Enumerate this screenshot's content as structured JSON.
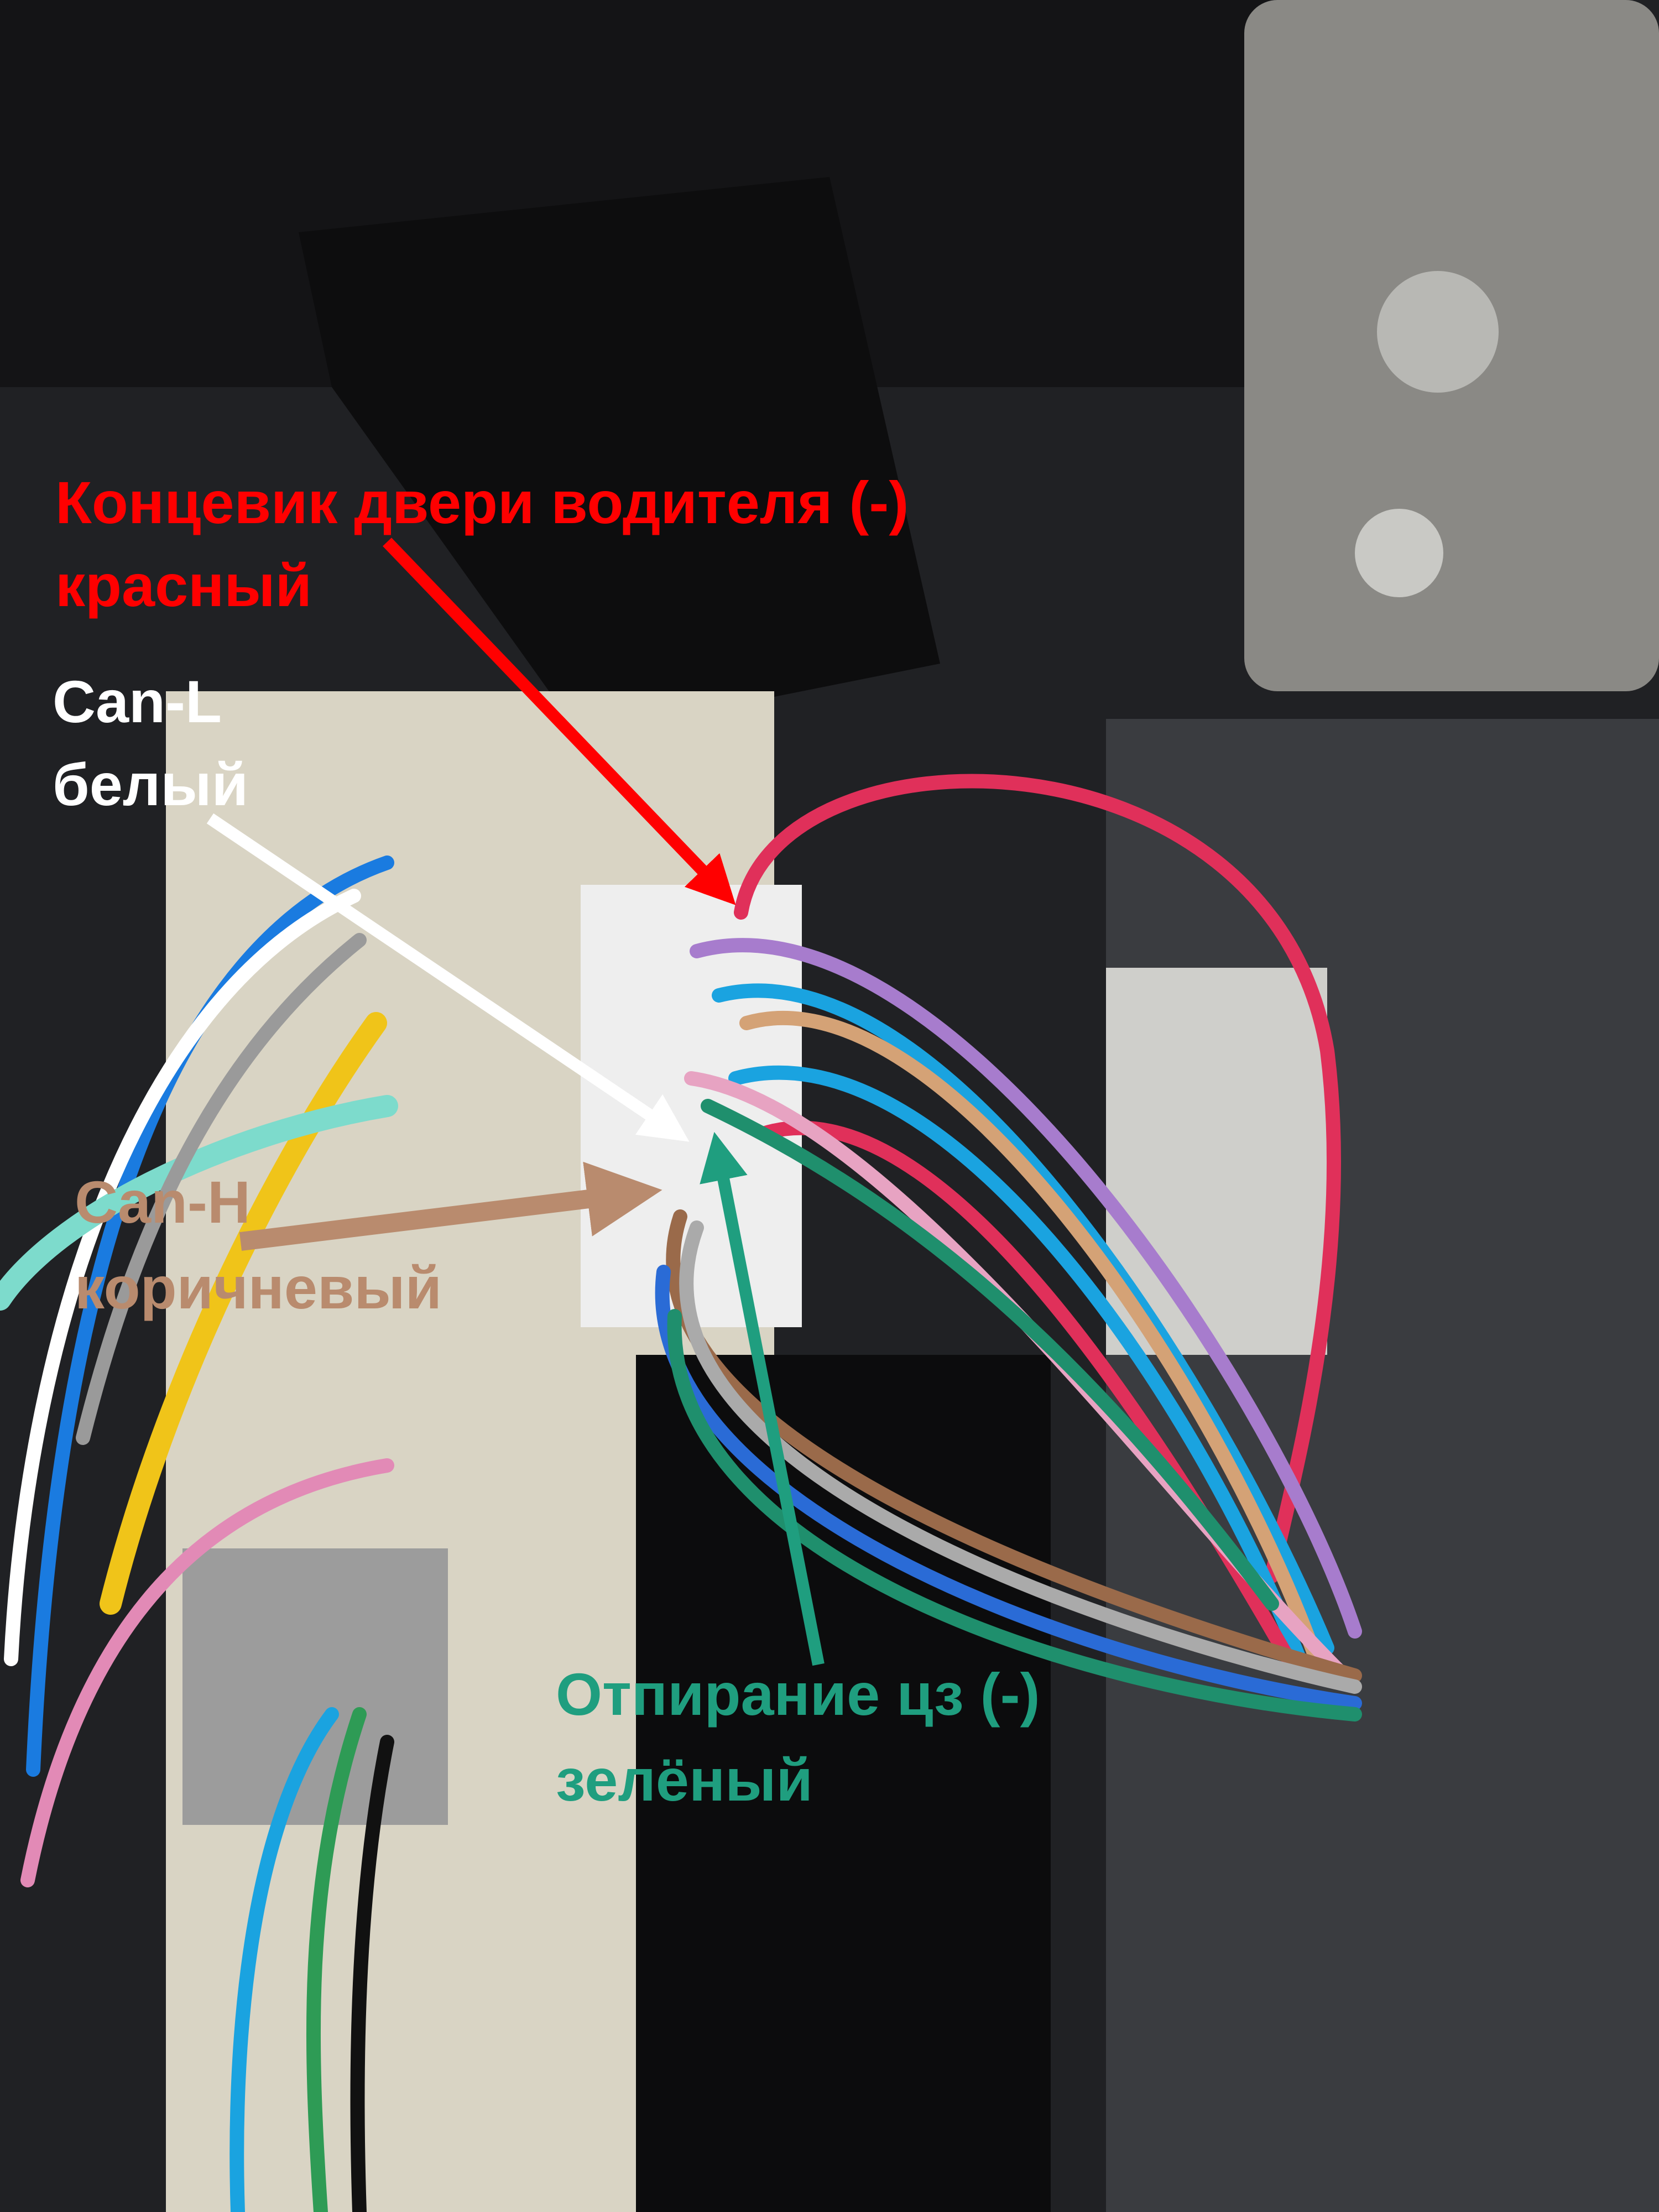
{
  "annotations": [
    {
      "id": "door-switch",
      "line1": "Концевик двери водителя (-)",
      "line2": "красный",
      "color": "#ff0000"
    },
    {
      "id": "can-l",
      "line1": "Can-L",
      "line2": "белый",
      "color": "#ffffff"
    },
    {
      "id": "can-h",
      "line1": "Can-H",
      "line2": "коричневый",
      "color": "#b98b6e"
    },
    {
      "id": "unlock",
      "line1": "Отпирание цз (-)",
      "line2": "зелёный",
      "color": "#1f9e7f"
    }
  ]
}
